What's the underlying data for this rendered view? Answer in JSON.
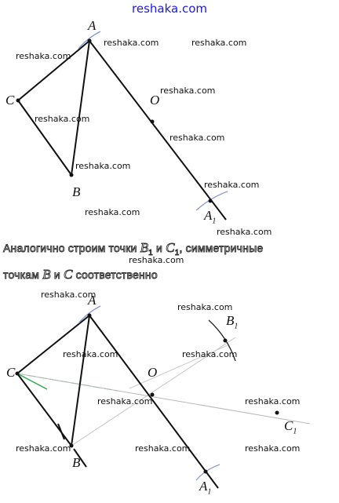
{
  "header": {
    "site": "reshaka.com"
  },
  "watermark": "reshaka.com",
  "figure1": {
    "labels": {
      "A": "A",
      "C": "C",
      "O": "O",
      "B": "B",
      "A1_base": "A",
      "A1_sub": "1"
    }
  },
  "caption": {
    "line1_part1": "Аналогично строим точки ",
    "B": "B",
    "sub1": "1",
    "and": " и ",
    "C": "C",
    "sub2": "1",
    "line1_part2": ", симметричные",
    "line2_part1": "точкам ",
    "line2_B": "B",
    "line2_and": " и ",
    "line2_C": "C",
    "line2_part2": " соответственно"
  },
  "figure2": {
    "labels": {
      "A": "A",
      "C": "C",
      "O": "O",
      "B": "B",
      "A1_base": "A",
      "A1_sub": "1",
      "B1_base": "B",
      "B1_sub": "1",
      "C1_base": "C",
      "C1_sub": "1"
    }
  },
  "colors": {
    "line": "#111111",
    "arc": "#8a9bd1",
    "construction_green": "#2fa84f",
    "construction_gray": "#b8b8b8",
    "header": "#1a1adf"
  }
}
